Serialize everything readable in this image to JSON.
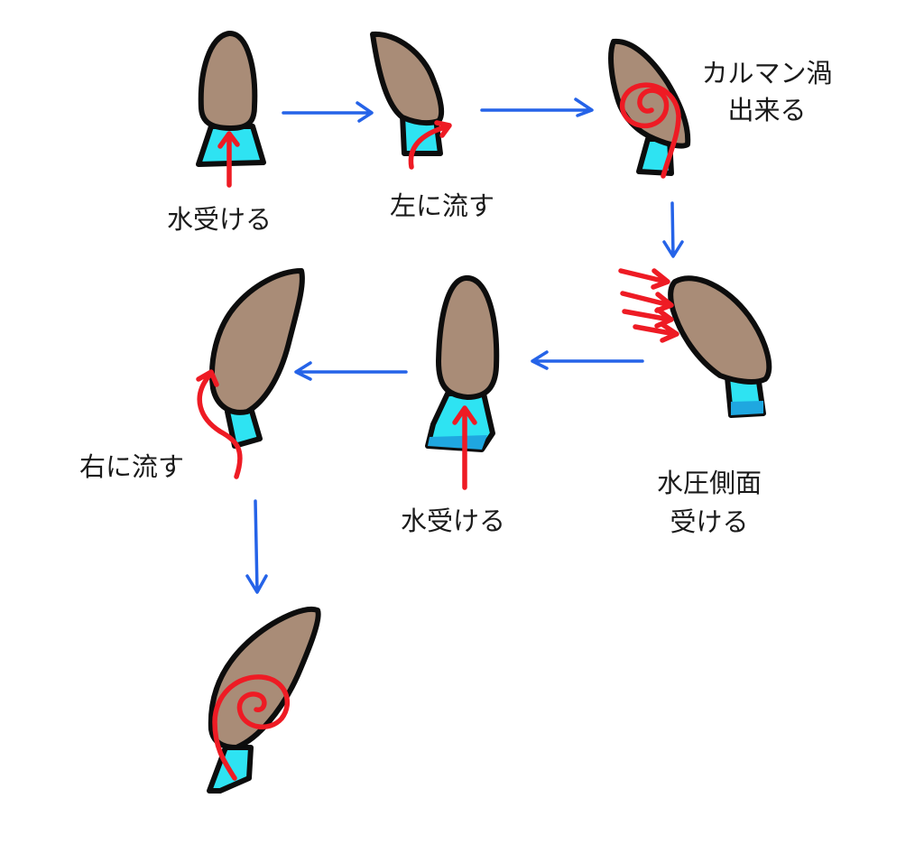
{
  "colors": {
    "cap": "#a98c77",
    "stalk": "#2ee3f2",
    "stalk_shadow": "#1fa7e0",
    "outline": "#0d0d0d",
    "flow_arrow": "#2563e8",
    "water_arrow": "#ee1b24"
  },
  "labels": {
    "step1": "水受ける",
    "step2": "左に流す",
    "step3_line1": "カルマン渦",
    "step3_line2": "出来る",
    "step4_line1": "水圧側面",
    "step4_line2": "受ける",
    "step5": "水受ける",
    "step6": "右に流す"
  }
}
